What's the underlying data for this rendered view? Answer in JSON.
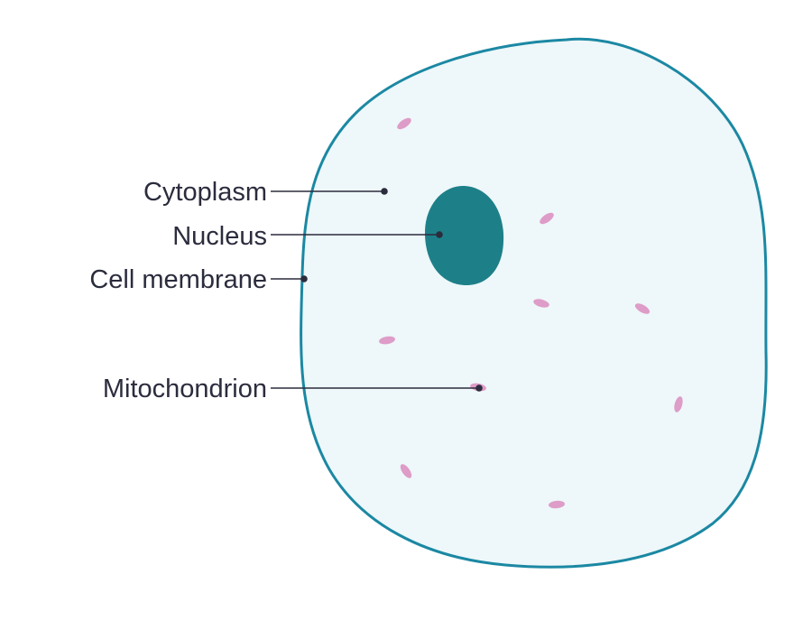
{
  "diagram": {
    "colors": {
      "background": "#ffffff",
      "membrane": "#1b88a3",
      "cytoplasm": "#eef7f9",
      "nucleus": "#1d8089",
      "mitochondria": "#de9cc8",
      "label": "#2b2c3d"
    },
    "labels": {
      "cytoplasm": "Cytoplasm",
      "nucleus": "Nucleus",
      "cell_membrane": "Cell membrane",
      "mitochondrion": "Mitochondrion"
    }
  }
}
